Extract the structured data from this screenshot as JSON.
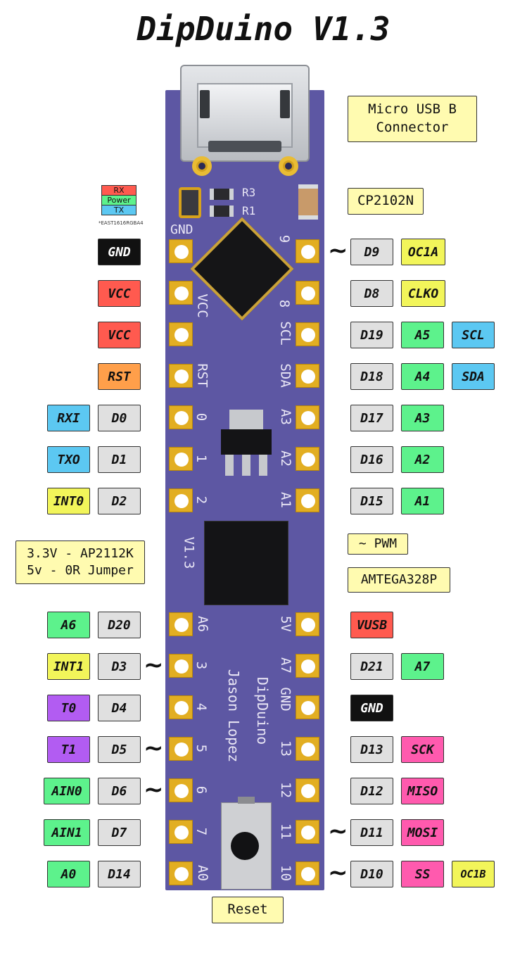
{
  "title": "DipDuino V1.3",
  "notes": {
    "usb_line1": "Micro USB B",
    "usb_line2": "Connector",
    "usb_chip": "CP2102N",
    "pwm": "~ PWM",
    "mcu": "AMTEGA328P",
    "regulator_line1": "3.3V - AP2112K",
    "regulator_line2": "5v - 0R Jumper",
    "reset": "Reset"
  },
  "led_legend": {
    "rows": [
      "RX",
      "Power",
      "TX"
    ],
    "part": "*EAST1616RGBA4"
  },
  "silkscreen": {
    "gnd": "GND",
    "r3": "R3",
    "r1": "R1",
    "vcc": "VCC",
    "rst": "RST",
    "pin_0": "0",
    "pin_1": "1",
    "pin_2": "2",
    "version": "V1.3",
    "a6": "A6",
    "pin_3": "3",
    "pin_4": "4",
    "pin_5": "5",
    "pin_6": "6",
    "pin_7": "7",
    "a0": "A0",
    "pin_9": "9",
    "pin_8": "8",
    "scl": "SCL",
    "sda": "SDA",
    "a3": "A3",
    "a2": "A2",
    "a1": "A1",
    "v5": "5V",
    "a7": "A7",
    "gnd2": "GND",
    "pin_13": "13",
    "pin_12": "12",
    "pin_11": "11",
    "pin_10": "10",
    "board_name": "DipDuino",
    "author": "Jason Lopez"
  },
  "tilde": "~",
  "left_labels": {
    "gnd": "GND",
    "vcc1": "VCC",
    "vcc2": "VCC",
    "rst": "RST",
    "rxi": "RXI",
    "d0": "D0",
    "txo": "TXO",
    "d1": "D1",
    "int0": "INT0",
    "d2": "D2",
    "a6": "A6",
    "d20": "D20",
    "int1": "INT1",
    "d3": "D3",
    "t0": "T0",
    "d4": "D4",
    "t1": "T1",
    "d5": "D5",
    "ain0": "AIN0",
    "d6": "D6",
    "ain1": "AIN1",
    "d7": "D7",
    "a0": "A0",
    "d14": "D14"
  },
  "right_labels": {
    "d9": "D9",
    "oc1a": "OC1A",
    "d8": "D8",
    "clko": "CLKO",
    "d19": "D19",
    "a5": "A5",
    "scl": "SCL",
    "d18": "D18",
    "a4": "A4",
    "sda": "SDA",
    "d17": "D17",
    "a3": "A3",
    "d16": "D16",
    "a2": "A2",
    "d15": "D15",
    "a1": "A1",
    "vusb": "VUSB",
    "d21": "D21",
    "a7": "A7",
    "gnd": "GND",
    "d13": "D13",
    "sck": "SCK",
    "d12": "D12",
    "miso": "MISO",
    "d11": "D11",
    "mosi": "MOSI",
    "d10": "D10",
    "ss": "SS",
    "oc1b": "OC1B"
  },
  "colors": {
    "board": "#5d57a3",
    "pad": "#e2ae22",
    "digital": "#e0e0e0",
    "power": "#ff5a4f",
    "ground": "#111111",
    "reset": "#ff9f4a",
    "serial_i2c": "#5cc8f2",
    "interrupt_clock": "#f2f55a",
    "analog": "#5df28c",
    "timer": "#b25cf2",
    "spi": "#ff5aae",
    "note": "#fffbb0"
  }
}
